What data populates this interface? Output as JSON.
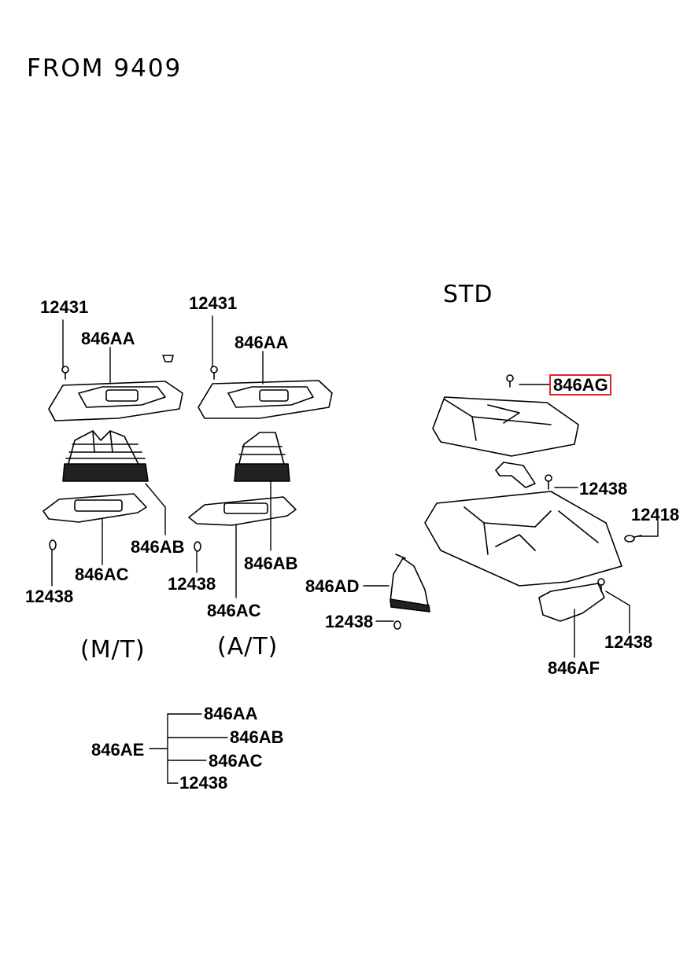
{
  "header": {
    "title": "FROM 9409"
  },
  "sections": {
    "std": "STD",
    "mt": "(M/T)",
    "at": "(A/T)"
  },
  "highlight_color": "#e8222b",
  "labels": {
    "mt_12431": "12431",
    "mt_846AA": "846AA",
    "mt_846AB": "846AB",
    "mt_846AC": "846AC",
    "mt_12438": "12438",
    "at_12431": "12431",
    "at_846AA": "846AA",
    "at_846AB": "846AB",
    "at_846AC": "846AC",
    "at_12438": "12438",
    "ad_846AD": "846AD",
    "ad_12438": "12438",
    "std_846AG": "846AG",
    "std_12438_a": "12438",
    "std_12418": "12418",
    "std_12438_b": "12438",
    "std_846AF": "846AF"
  },
  "kit": {
    "parent": "846AE",
    "children": [
      "846AA",
      "846AB",
      "846AC",
      "12438"
    ]
  }
}
